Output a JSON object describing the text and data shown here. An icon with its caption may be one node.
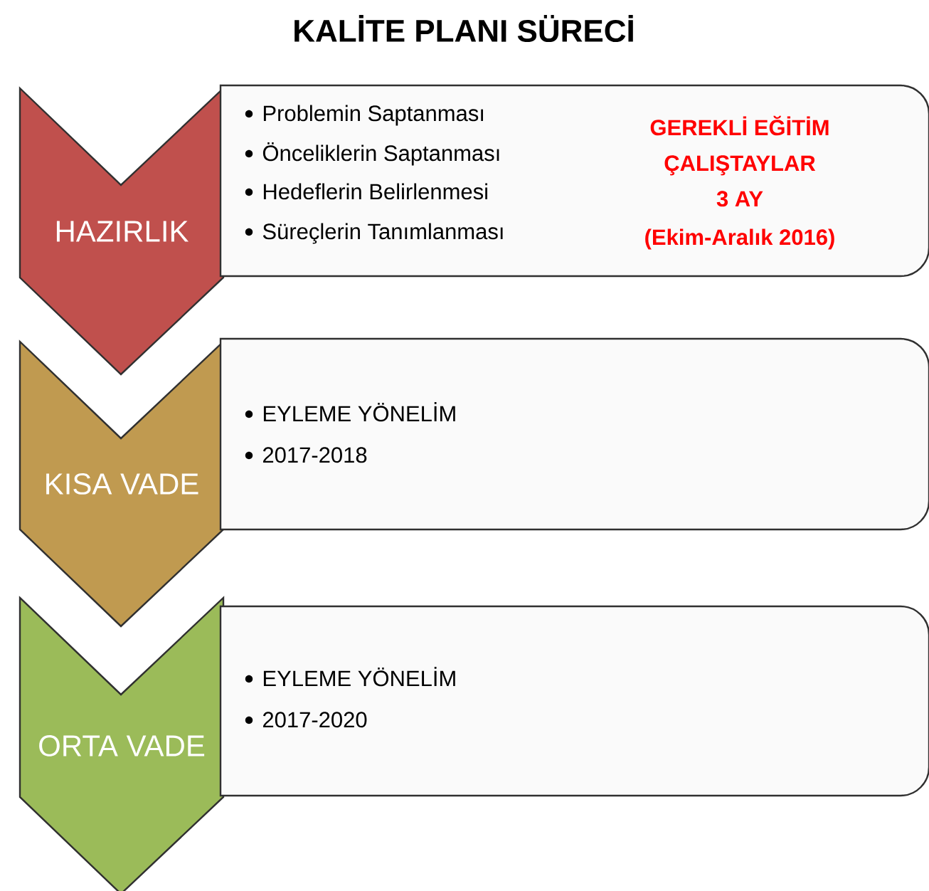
{
  "diagram": {
    "title": "KALİTE PLANI SÜRECİ",
    "nodes": [
      {
        "text": [
          "HAZIRLIK"
        ]
      },
      {
        "text": [
          "Problemin Saptanması",
          "Önceliklerin Saptanması",
          "Hedeflerin Belirlenmesi",
          "Süreçlerin Tanımlanması",
          "GEREKLİ EĞİTİM",
          "ÇALIŞTAYLAR",
          "3 AY",
          "(Ekim-Aralık 2016)"
        ]
      },
      {
        "text": [
          "KISA VADE"
        ]
      },
      {
        "text": [
          "EYLEME YÖNELİM",
          "2017-2018"
        ]
      },
      {
        "text": [
          "ORTA VADE"
        ]
      },
      {
        "text": [
          "EYLEME YÖNELİM",
          "2017-2020"
        ]
      }
    ]
  }
}
